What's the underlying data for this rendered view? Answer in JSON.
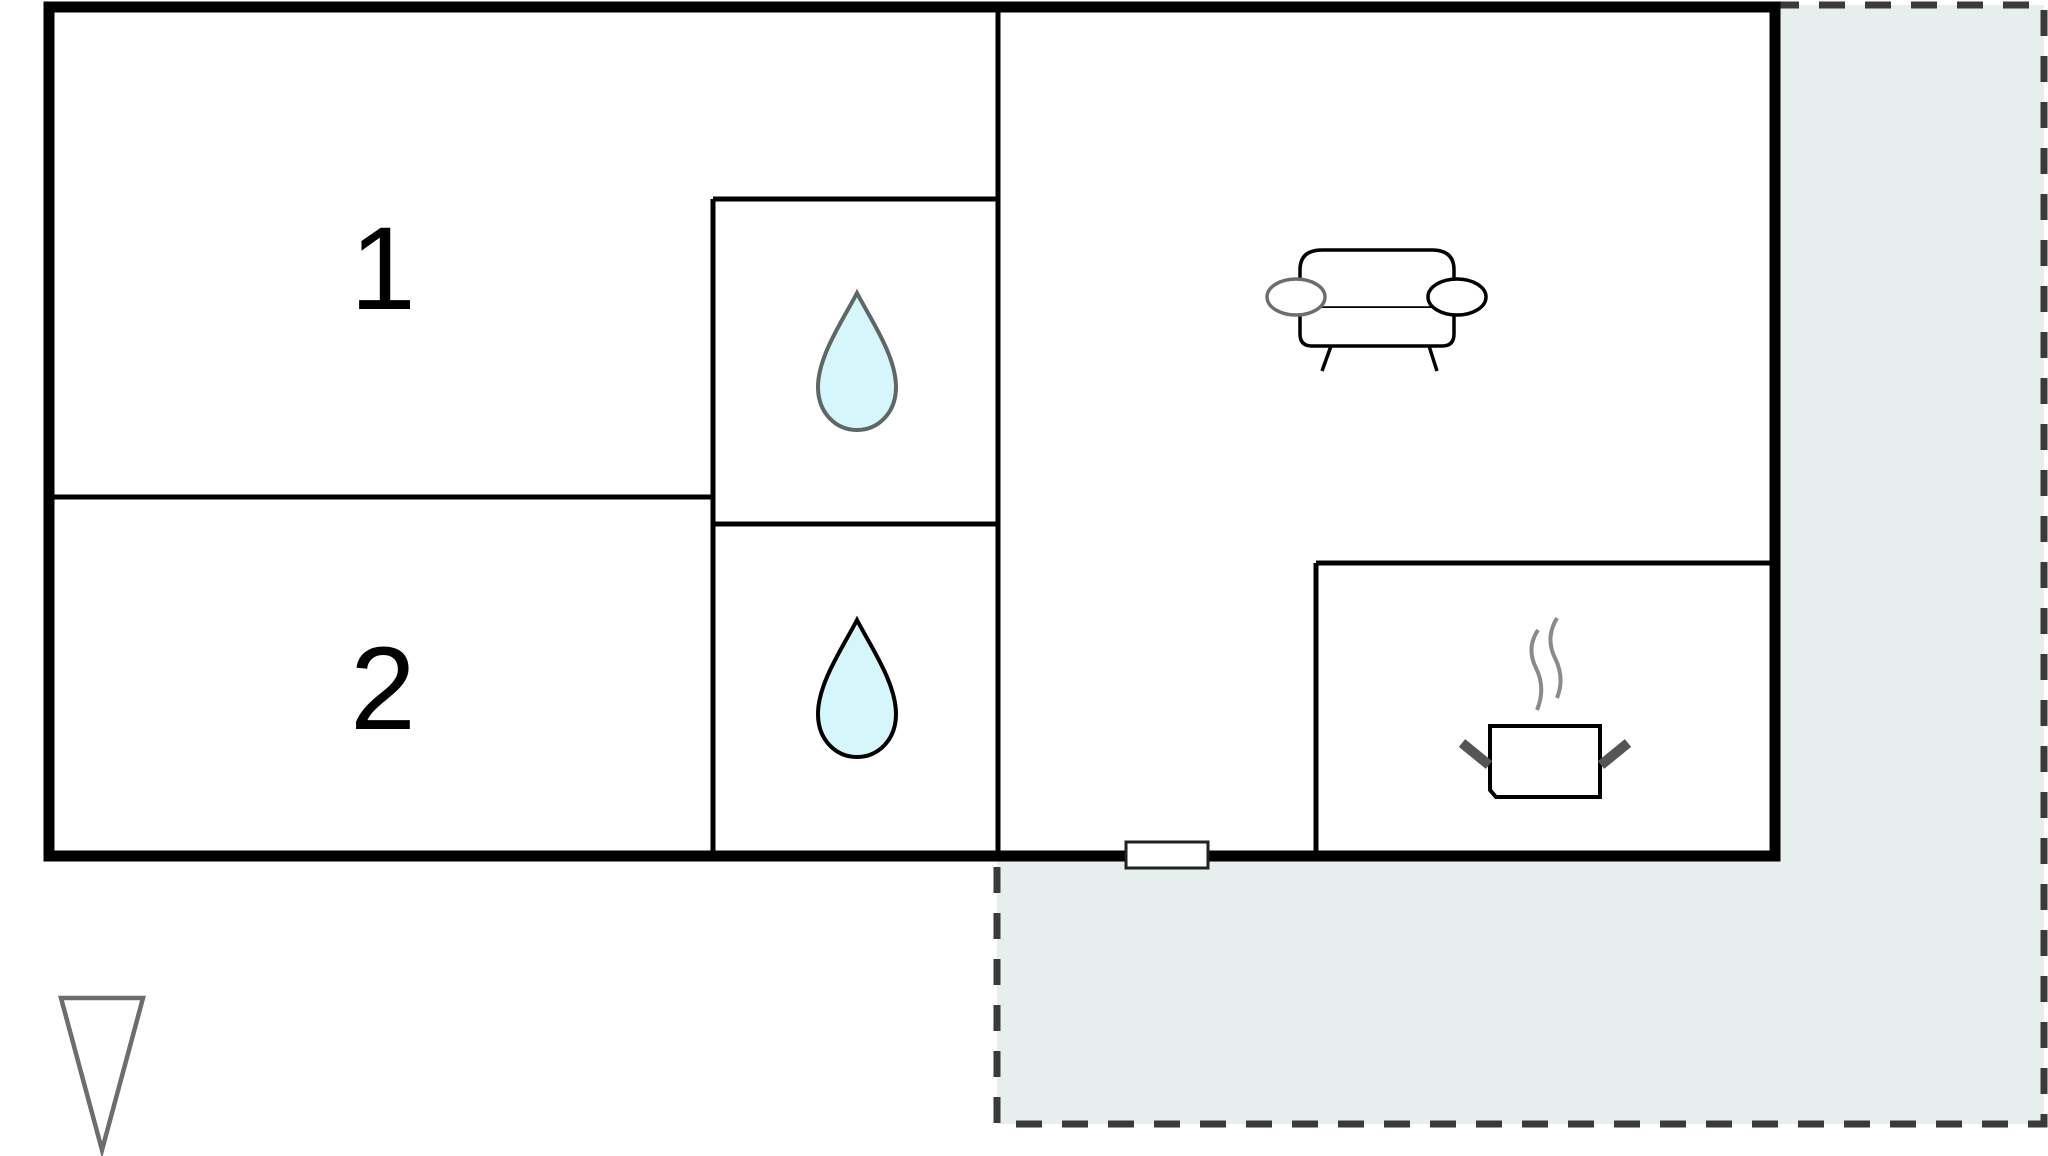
{
  "rooms": {
    "bedroom_1": {
      "label": "1"
    },
    "bedroom_2": {
      "label": "2"
    },
    "bathroom_1": {
      "icon": "water-drop-icon"
    },
    "bathroom_2": {
      "icon": "water-drop-icon"
    },
    "living_room": {
      "icon": "sofa-icon"
    },
    "kitchen": {
      "icon": "cooking-pot-icon"
    }
  },
  "outdoor": {
    "icon": "terrace-area"
  },
  "entrance": {
    "icon": "door-icon"
  },
  "compass": {
    "icon": "north-arrow-icon"
  },
  "colors": {
    "wall": "#000000",
    "terrace_fill": "#e6efee",
    "terrace_border": "#3a3a3a",
    "water_fill": "#d5f6fa",
    "icon_grey": "#6d6d6d"
  }
}
